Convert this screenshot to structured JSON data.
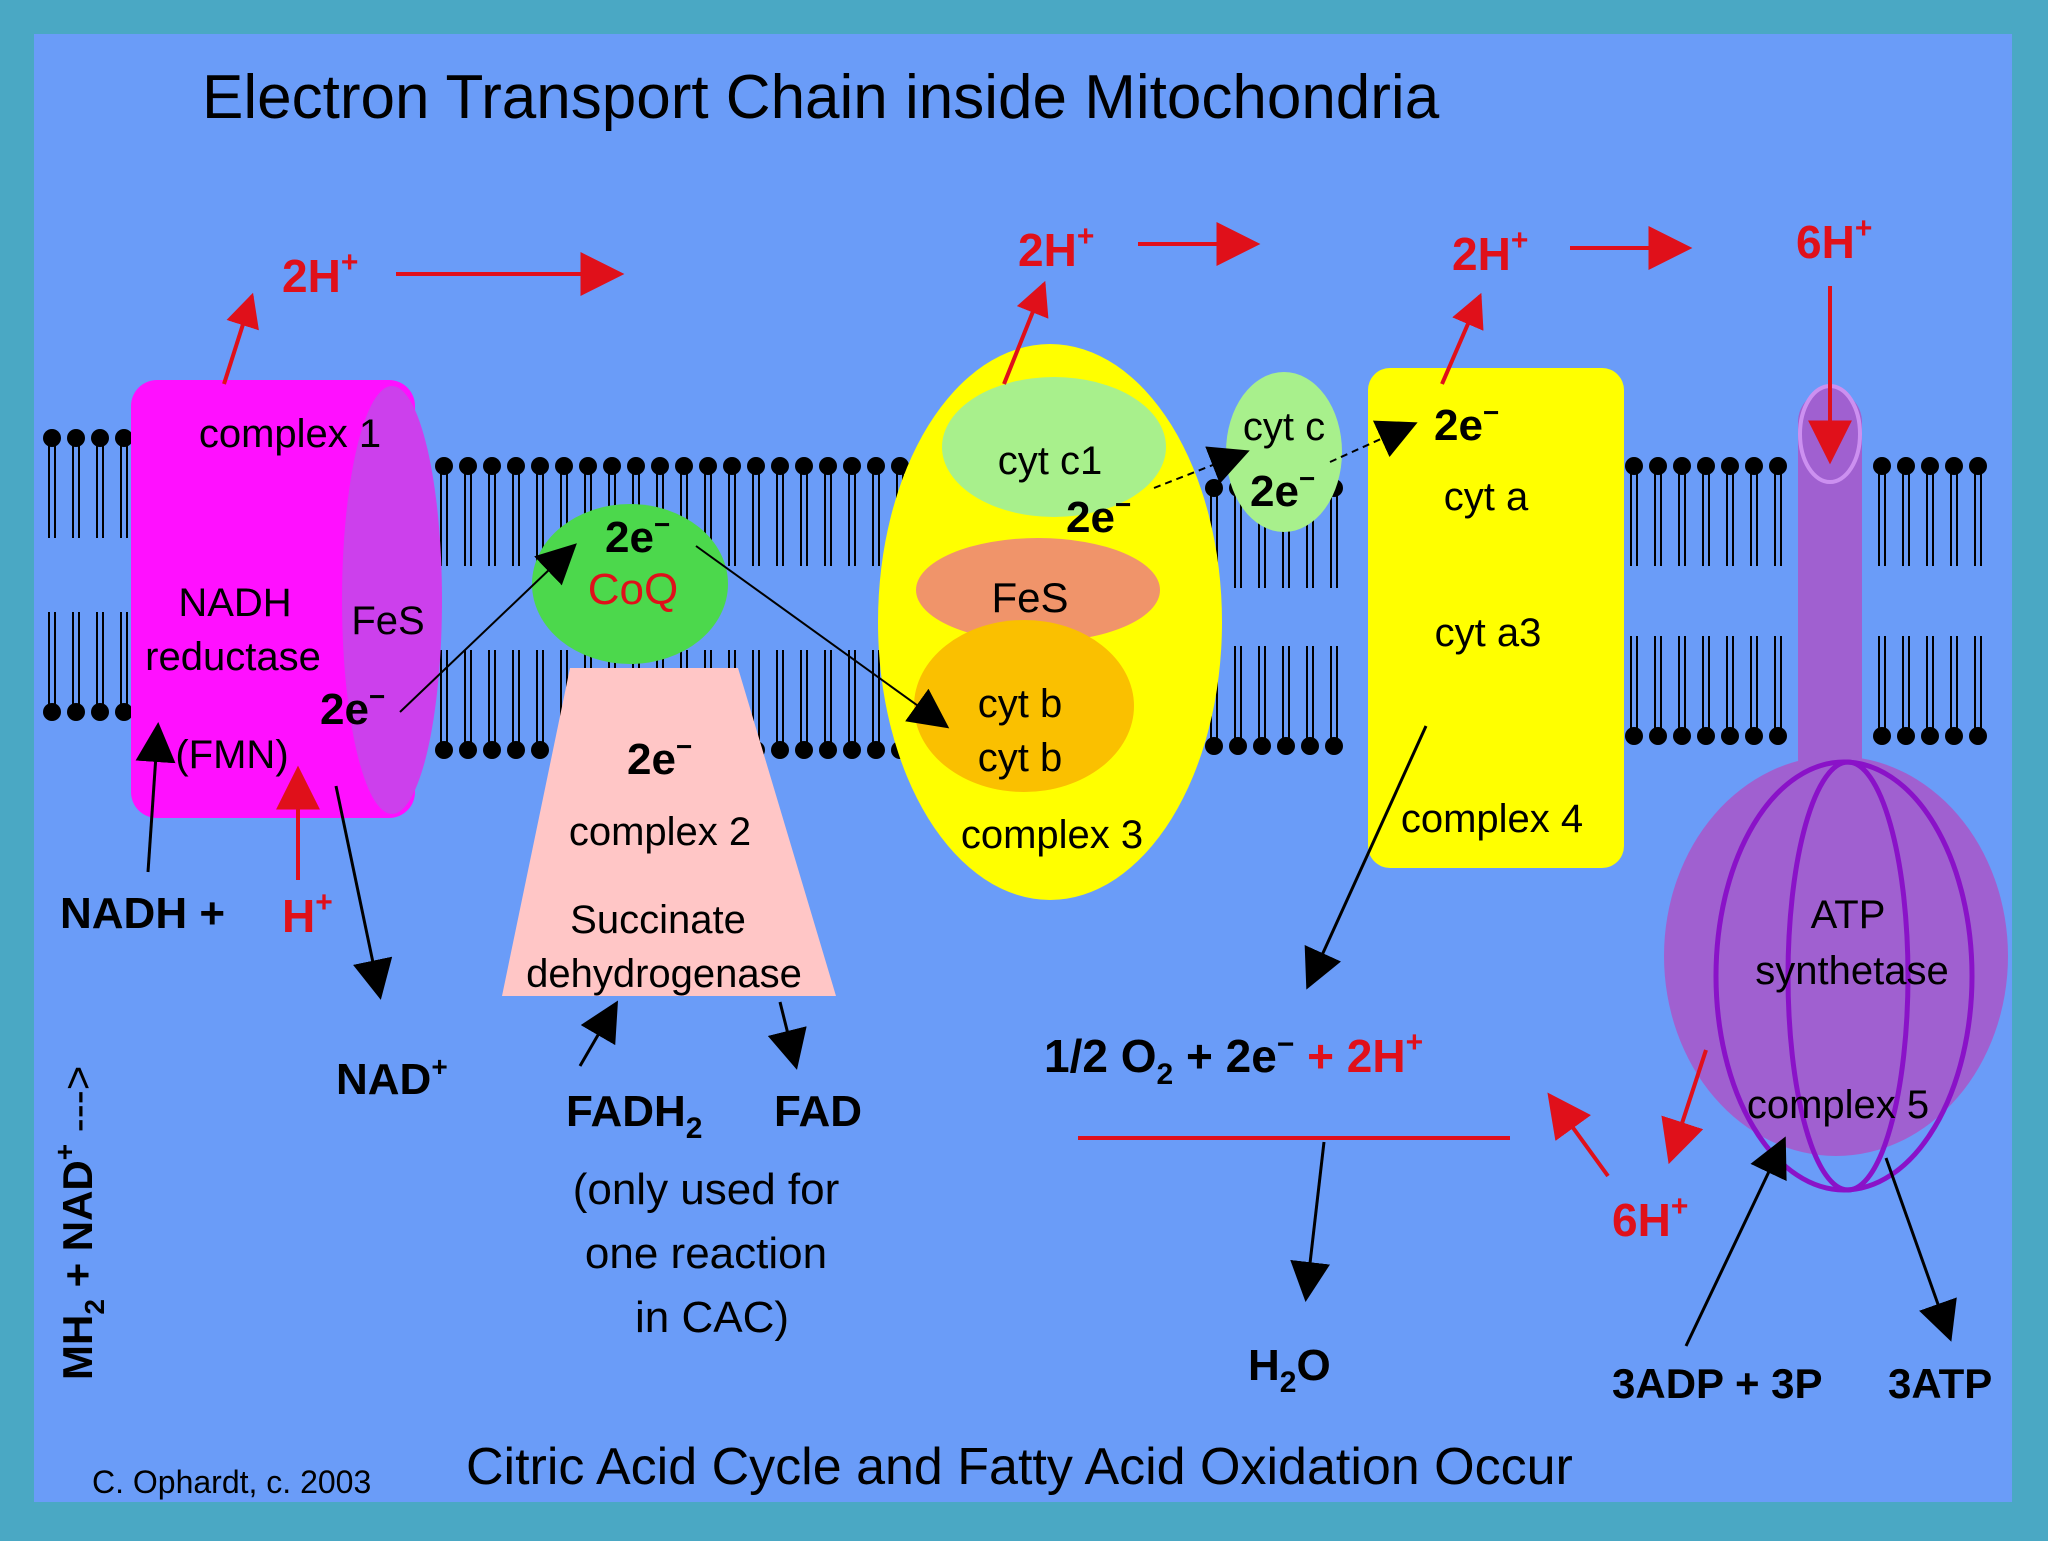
{
  "title": "Electron Transport Chain inside Mitochondria",
  "footer": {
    "caption": "Citric Acid Cycle and Fatty Acid Oxidation Occur",
    "credit": "C. Ophardt, c. 2003"
  },
  "protons": {
    "c1": "2H",
    "c3": "2H",
    "c4": "2H",
    "c5_top": "6H",
    "c5_bottom": "6H",
    "nadh_side": "H",
    "plus": "+"
  },
  "electron": {
    "label": "2e",
    "minus": "−"
  },
  "complex1": {
    "name": "complex 1",
    "line1": "NADH",
    "line2": "reductase",
    "fmn": "(FMN)",
    "fes": "FeS"
  },
  "coq": {
    "label": "CoQ"
  },
  "complex2": {
    "name": "complex 2",
    "line1": "Succinate",
    "line2": "dehydrogenase",
    "fadh": "FADH",
    "fadh_sub": "2",
    "fad": "FAD",
    "note1": "(only used for",
    "note2": "one reaction",
    "note3": "in CAC)"
  },
  "complex3": {
    "name": "complex 3",
    "cytc1": "cyt c1",
    "fes": "FeS",
    "cytb1": "cyt b",
    "cytb2": "cyt b"
  },
  "cytc": {
    "label": "cyt c"
  },
  "complex4": {
    "name": "complex 4",
    "cyta": "cyt a",
    "cyta3": "cyt a3"
  },
  "complex5": {
    "name": "complex 5",
    "line1": "ATP",
    "line2": "synthetase",
    "adp": "3ADP + 3P",
    "atp": "3ATP"
  },
  "nadh": {
    "left": "NADH +",
    "nad": "NAD",
    "nad_sup": "+"
  },
  "side": {
    "text_a": "MH",
    "sub": "2",
    "text_b": " + NAD",
    "sup": "+",
    "arrow": " --->"
  },
  "oxygen": {
    "half": "1/2 O",
    "sub": "2",
    "mid": " + 2e",
    "minus": "−",
    "h": " + 2H",
    "sup": "+"
  },
  "water": {
    "h": "H",
    "sub": "2",
    "o": "O"
  },
  "colors": {
    "background": "#6a9cf8",
    "frame": "#4aa8c4",
    "complex1": "#ff10ff",
    "complex3": "#ffff00",
    "coq": "#4cd84c",
    "complex2": "#ffc6c6",
    "complex5": "#a060d0",
    "protons": "#e0101a"
  }
}
